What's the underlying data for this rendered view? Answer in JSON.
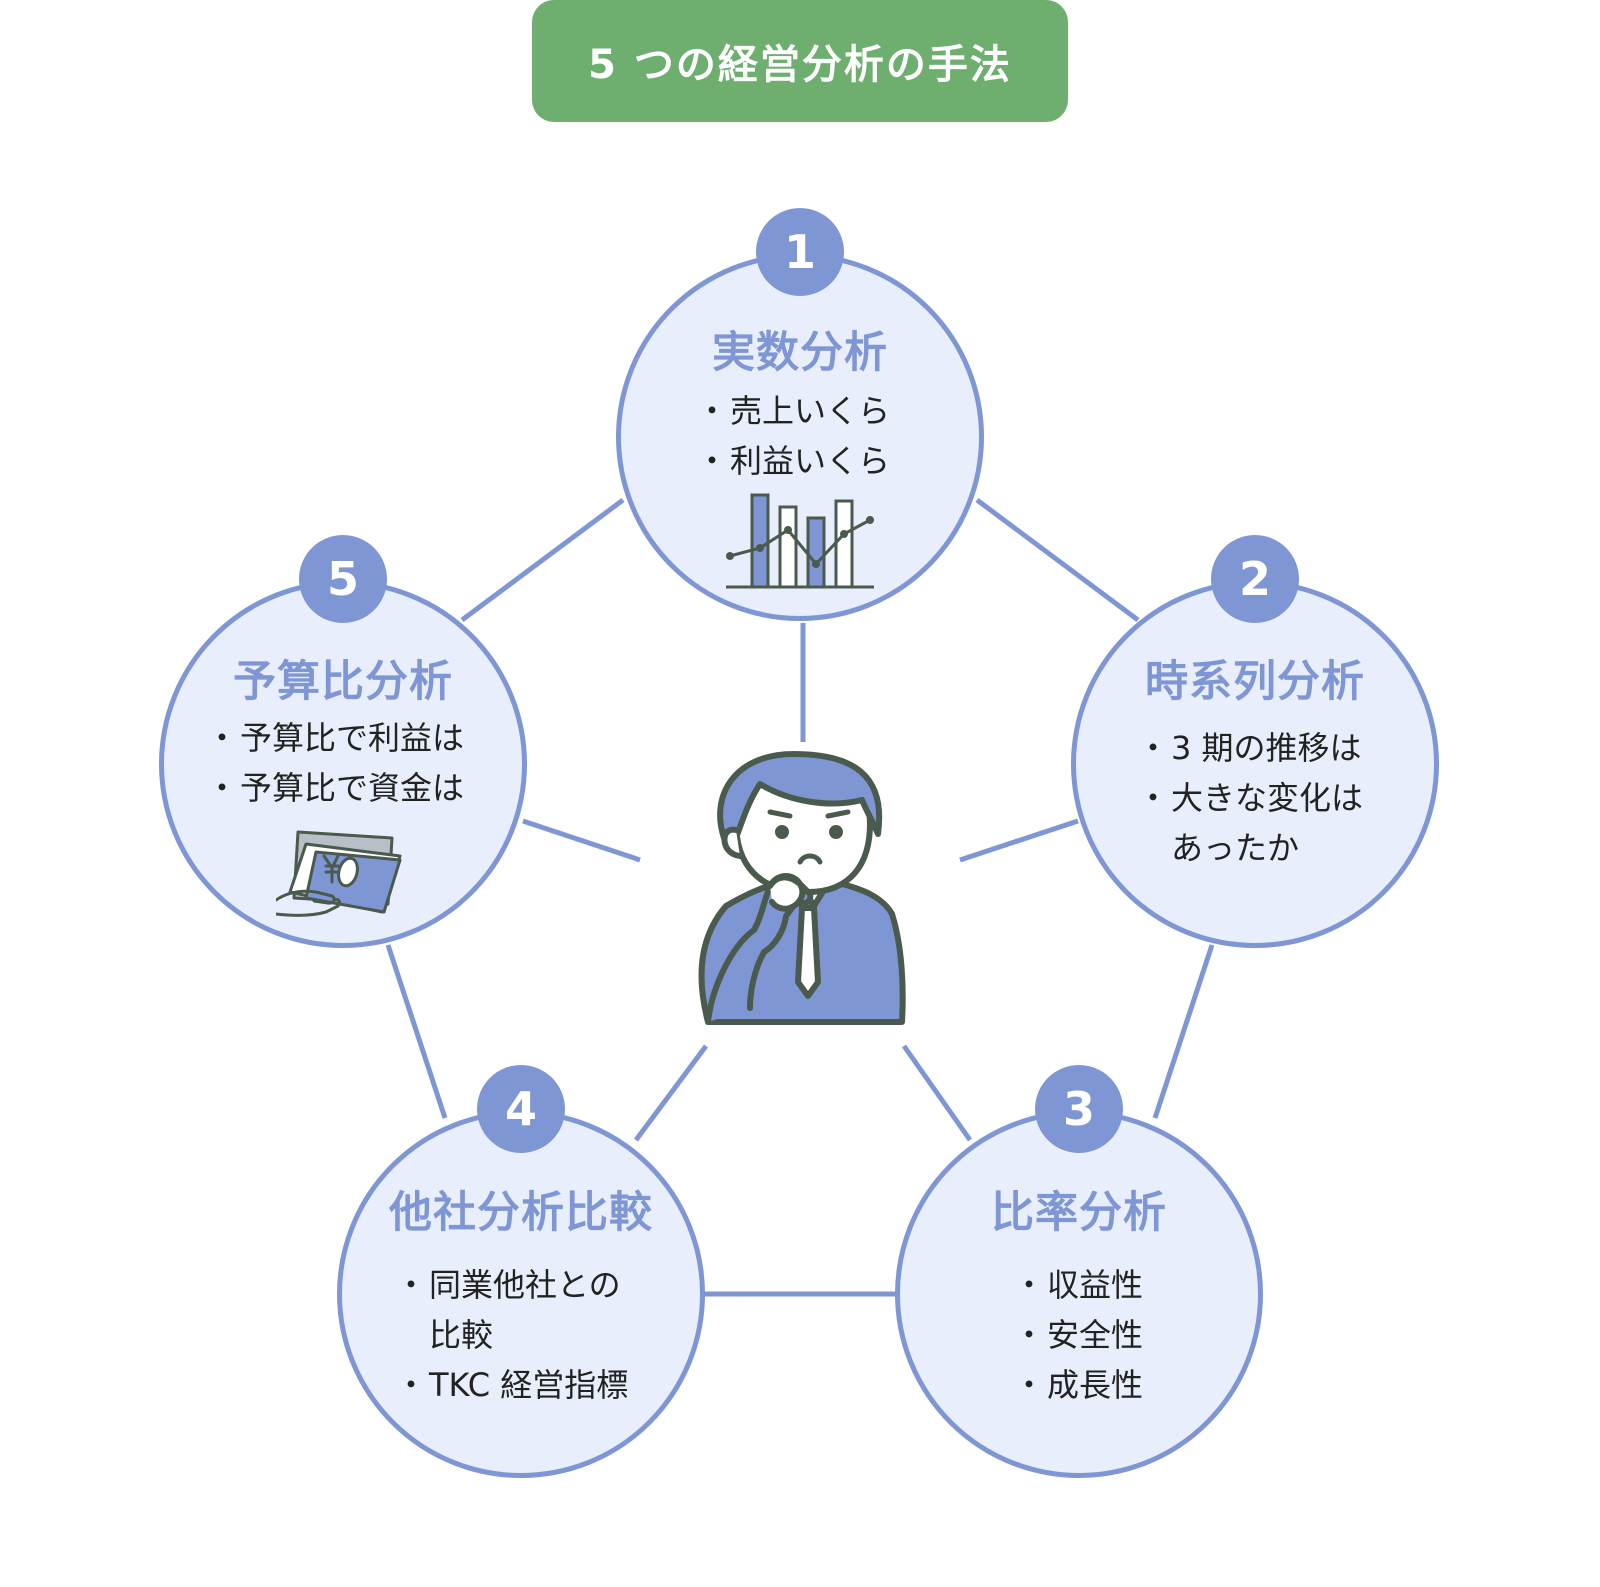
{
  "title": "5 つの経営分析の手法",
  "colors": {
    "accent": "#7f96d4",
    "node_fill": "#e8eefc",
    "title_bg": "#6eaf70",
    "line_art": "#4a5a4c"
  },
  "nodes": [
    {
      "number": "1",
      "title": "実数分析",
      "items": [
        "売上いくら",
        "利益いくら"
      ],
      "icon": "bar-line-chart-icon"
    },
    {
      "number": "2",
      "title": "時系列分析",
      "items": [
        "3 期の推移は",
        "大きな変化は\nあったか"
      ]
    },
    {
      "number": "3",
      "title": "比率分析",
      "items": [
        "収益性",
        "安全性",
        "成長性"
      ]
    },
    {
      "number": "4",
      "title": "他社分析比較",
      "items": [
        "同業他社との\n比較",
        "TKC 経営指標"
      ]
    },
    {
      "number": "5",
      "title": "予算比分析",
      "items": [
        "予算比で利益は",
        "予算比で資金は"
      ],
      "icon": "yen-money-hand-icon"
    }
  ],
  "center_icon": "thinking-businessman-icon"
}
